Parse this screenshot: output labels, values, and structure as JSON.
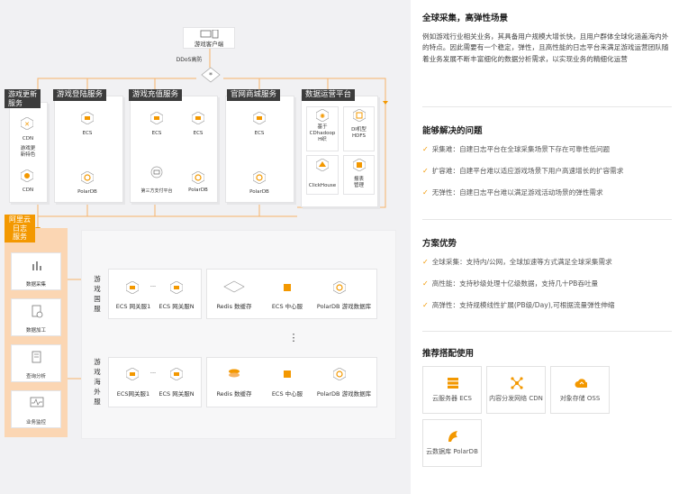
{
  "diagram": {
    "client": "游戏客户端",
    "ddos": "DDoS高防",
    "sections": {
      "update": "游戏更新\n服务",
      "login": "游戏登陆服务",
      "recharge": "游戏充值服务",
      "mall": "官网商城服务",
      "ops": "数据运营平台"
    },
    "update_items": {
      "cdn1": "CDN",
      "feature": "游戏更\n新特色",
      "cdn2": "CDN"
    },
    "login_items": {
      "ecs": "ECS",
      "polardb": "PolarDB"
    },
    "recharge_items": {
      "ecs1": "ECS",
      "ecs2": "ECS",
      "third_pay": "第三方支付平台",
      "polardb": "PolarDB"
    },
    "mall_items": {
      "ecs": "ECS",
      "polardb": "PolarDB"
    },
    "ops_items": {
      "hadoop": "基于\nCDhadoop\nH织",
      "hdfs": "DI机型\nHDFS",
      "clickhouse": "ClickHouse",
      "report": "报表\n管理"
    },
    "sls": {
      "title": "阿里云\n日志\n服务",
      "items": [
        "数据采集",
        "数据加工",
        "查询分析",
        "业务监控"
      ]
    },
    "domestic": {
      "label": "游戏国服",
      "gw1": "ECS 网关服1",
      "gwn": "ECS 网关服N",
      "dots": "···",
      "redis": "Redis 数缓存",
      "ecs_center": "ECS 中心服",
      "polardb": "PolarDB 游戏数据库"
    },
    "overseas": {
      "label": "游戏海外服",
      "gw1": "ECS网关服1",
      "gwn": "ECS 网关服N",
      "dots": "···",
      "redis": "Redis 数缓存",
      "ecs_center": "ECS 中心服",
      "polardb": "PolarDB 游戏数据库"
    },
    "vdots": "⋮"
  },
  "panel": {
    "scenario_title": "全球采集，高弹性场景",
    "scenario_desc": "例如游戏行业相关业务，其具备用户规模大增长快，且用户群体全球化涵盖海内外的特点。因此需要有一个稳定，弹性，且高性能的日志平台来满足游戏运营团队随着业务发展不断丰富细化的数据分析需求，以实现业务的精细化运营",
    "problems_title": "能够解决的问题",
    "problems": [
      "采集难：自建日志平台在全球采集场景下存在可靠性低问题",
      "扩容难：自建平台难以适应游戏场景下用户高速增长的扩容需求",
      "无弹性：自建日志平台难以满足游戏活动场景的弹性需求"
    ],
    "advantages_title": "方案优势",
    "advantages": [
      "全球采集：支持内/公网，全球加速等方式满足全球采集需求",
      "高性能：支持秒级处理十亿级数据，支持几十PB吞吐量",
      "高弹性：支持规模线性扩展(PB级/Day),可根据流量弹性伸缩"
    ],
    "recommend_title": "推荐搭配使用",
    "products": [
      {
        "name": "云服务器 ECS",
        "icon": "server-icon"
      },
      {
        "name": "内容分发网络 CDN",
        "icon": "cdn-icon"
      },
      {
        "name": "对象存储 OSS",
        "icon": "cloud-storage-icon"
      },
      {
        "name": "云数据库 PolarDB",
        "icon": "polardb-icon"
      }
    ],
    "accent": "#f39800"
  }
}
